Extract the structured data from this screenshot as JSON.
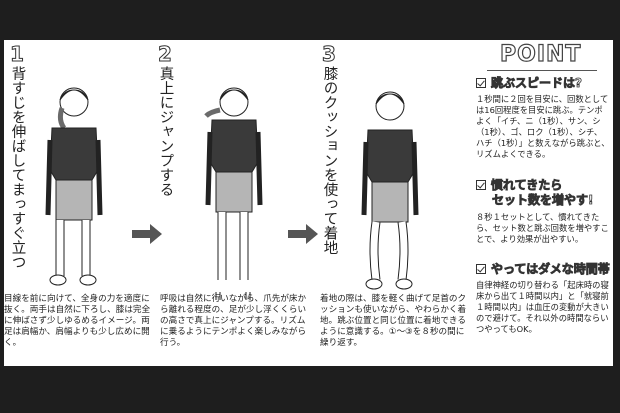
{
  "steps": [
    {
      "number": "1",
      "title": "背すじを伸ばしてまっすぐ立つ",
      "description": "目線を前に向けて、全身の力を適度に抜く。両手は自然に下ろし、膝は完全に伸ばさず少しゆるめるイメージ。両足は肩幅か、肩幅よりも少し広めに開く。"
    },
    {
      "number": "2",
      "title": "真上にジャンプする",
      "description": "呼吸は自然に行いながら、爪先が床から離れる程度の、足が少し浮くくらいの高さで真上にジャンプする。リズムに乗るようにテンポよく楽しみながら行う。"
    },
    {
      "number": "3",
      "title": "膝のクッションを使って着地",
      "description": "着地の際は、膝を軽く曲げて足首のクッションも使いながら、やわらかく着地。跳ぶ位置と同じ位置に着地できるように意識する。①〜③を８秒の間に繰り返す。"
    }
  ],
  "point": {
    "title": "POINT",
    "items": [
      {
        "heading": "跳ぶスピードは?",
        "text": "１秒間に２回を目安に、回数としては16回程度を目安に跳ぶ。テンポよく「イチ、ニ（1秒）、サン、シ（1秒）、ゴ、ロク（1秒）、シチ、ハチ（1秒）」と数えながら跳ぶと、リズムよくできる。"
      },
      {
        "heading": "慣れてきたら",
        "heading2": "セット数を増やす!",
        "text": "８秒１セットとして、慣れてきたら、セット数と跳ぶ回数を増やすことで、より効果が出やすい。"
      },
      {
        "heading": "やってはダメな時間帯",
        "text": "自律神経の切り替わる「起床時の寝床から出て１時間以内」と「就寝前１時間以内」は血圧の変動が大きいので避けて。それ以外の時間ならいつやってもOK。"
      }
    ]
  },
  "colors": {
    "background": "#1e1e1e",
    "shirt": "#3a3a3a",
    "shorts": "#b5b5b5",
    "hair": "#6a6a6a",
    "arrow": "#555555"
  }
}
